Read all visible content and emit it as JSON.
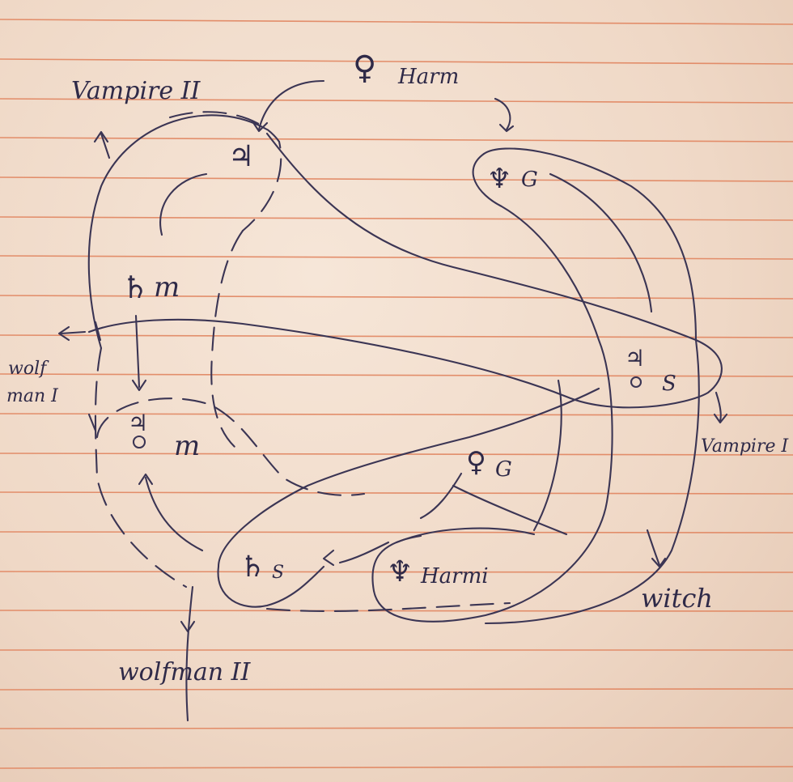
{
  "labels": {
    "vampire_2": "Vampire II",
    "vampire_1": "Vampire I",
    "wolfman_1_line1": "wolf",
    "wolfman_1_line2": "man I",
    "wolfman_2": "wolfman II",
    "witch": "witch"
  },
  "nodes": {
    "top_h": {
      "glyph": "♀",
      "text": "Harm"
    },
    "jupiter": {
      "glyph": "♃",
      "text": ""
    },
    "saturn_m": {
      "glyph": "♄",
      "text": "m"
    },
    "jupiter_moon_m": {
      "glyph": "♃",
      "text": "m"
    },
    "neptune_g": {
      "glyph": "♆",
      "text": "G"
    },
    "jupiter_os": {
      "glyph": "♃",
      "text": "S"
    },
    "venus_g": {
      "glyph": "♀",
      "text": "G"
    },
    "saturn_s": {
      "glyph": "♄",
      "text": "S"
    },
    "neptune_harmi": {
      "glyph": "♆",
      "text": "Harmi"
    }
  },
  "colors": {
    "ink": "#3b3554",
    "rule": "#e0805a",
    "paper": "#f4e2d3"
  }
}
